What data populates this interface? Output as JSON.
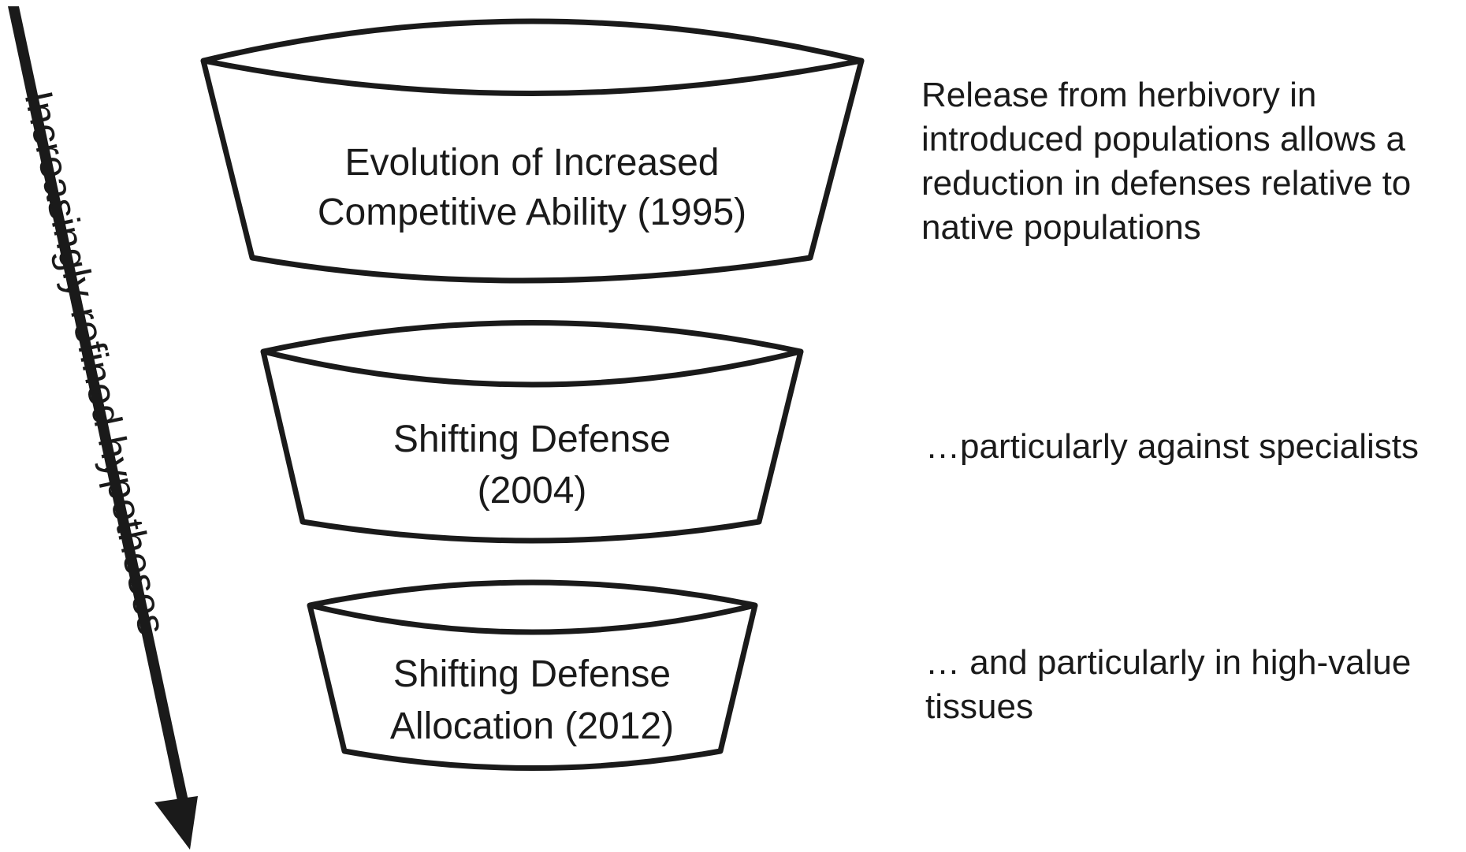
{
  "arrow": {
    "label": "Increasingly refined hypotheses"
  },
  "hypotheses": [
    {
      "name_lines": [
        "Evolution of Increased",
        "Competitive Ability (1995)"
      ],
      "note_lines": [
        "Release from herbivory in",
        "introduced populations allows a",
        "reduction in defenses relative to",
        "native populations"
      ]
    },
    {
      "name_lines": [
        "Shifting Defense",
        "(2004)"
      ],
      "note_lines": [
        "…particularly against specialists"
      ]
    },
    {
      "name_lines": [
        "Shifting Defense",
        "Allocation (2012)"
      ],
      "note_lines": [
        "… and particularly in high-value",
        "tissues"
      ]
    }
  ],
  "colors": {
    "stroke": "#1a1a1a",
    "background": "#ffffff"
  }
}
